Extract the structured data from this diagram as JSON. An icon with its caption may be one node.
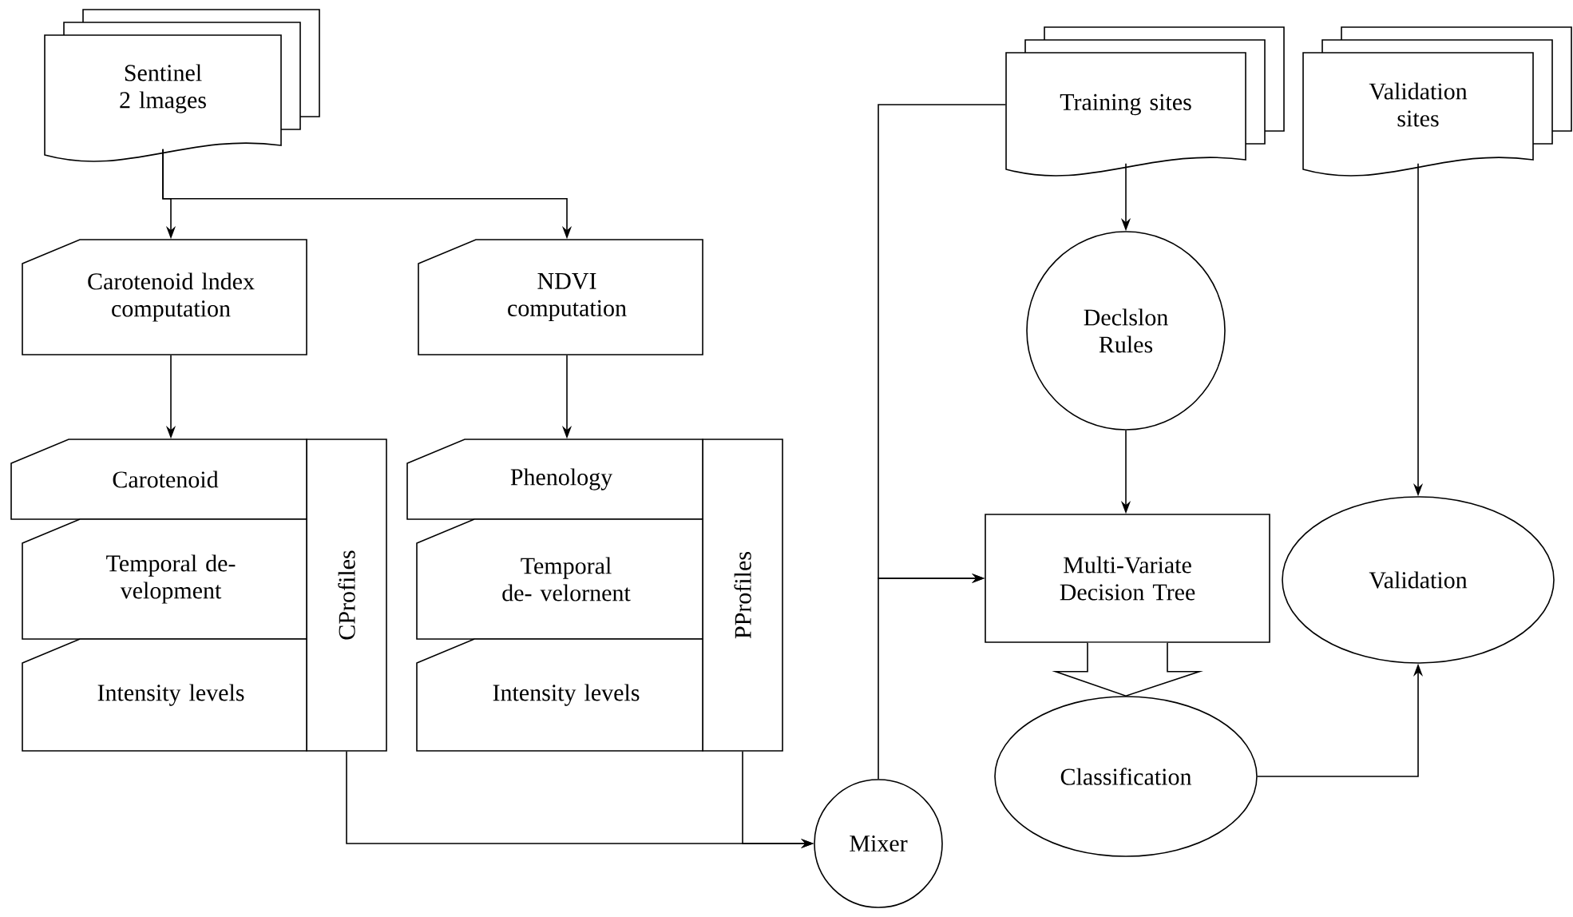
{
  "diagram": {
    "nodes": [
      {
        "text": [
          "Sentinel 2 lmages"
        ]
      },
      {
        "text": [
          "Carotenoid lndex computation"
        ]
      },
      {
        "text": [
          "NDVI computation"
        ]
      },
      {
        "text": [
          "CProfiles"
        ]
      },
      {
        "text": [
          "Carotenoid"
        ]
      },
      {
        "text": [
          "Temporal de- velopment"
        ]
      },
      {
        "text": [
          "Intensity levels"
        ]
      },
      {
        "text": [
          "PProfiles"
        ]
      },
      {
        "text": [
          "Phenology"
        ]
      },
      {
        "text": [
          "Temporal de- velornent"
        ]
      },
      {
        "text": [
          "Intensity levels"
        ]
      },
      {
        "text": [
          "Mixer"
        ]
      },
      {
        "text": [
          "Training sites"
        ]
      },
      {
        "text": [
          "Validation sites"
        ]
      },
      {
        "text": [
          "Declslon Rules"
        ]
      },
      {
        "text": [
          "Multi-Variate Decision Tree"
        ]
      },
      {
        "text": [
          "Classification"
        ]
      },
      {
        "text": [
          "Validation"
        ]
      }
    ],
    "edges": [
      {
        "from": 0,
        "to": 1,
        "arrow": "to"
      },
      {
        "from": 0,
        "to": 2,
        "arrow": "to"
      },
      {
        "from": 1,
        "to": 4,
        "arrow": "to"
      },
      {
        "from": 2,
        "to": 8,
        "arrow": "to"
      },
      {
        "from": 3,
        "to": 11,
        "arrow": "to"
      },
      {
        "from": 7,
        "to": 11,
        "arrow": "to"
      },
      {
        "from": 12,
        "to": 15,
        "arrow": "to"
      },
      {
        "from": 11,
        "to": 15,
        "arrow": "to"
      },
      {
        "from": 12,
        "to": 14,
        "arrow": "to"
      },
      {
        "from": 14,
        "to": 15,
        "arrow": "to"
      },
      {
        "from": 15,
        "to": 16,
        "arrow": "to"
      },
      {
        "from": 13,
        "to": 17,
        "arrow": "to"
      },
      {
        "from": 16,
        "to": 17,
        "arrow": "to"
      }
    ]
  }
}
